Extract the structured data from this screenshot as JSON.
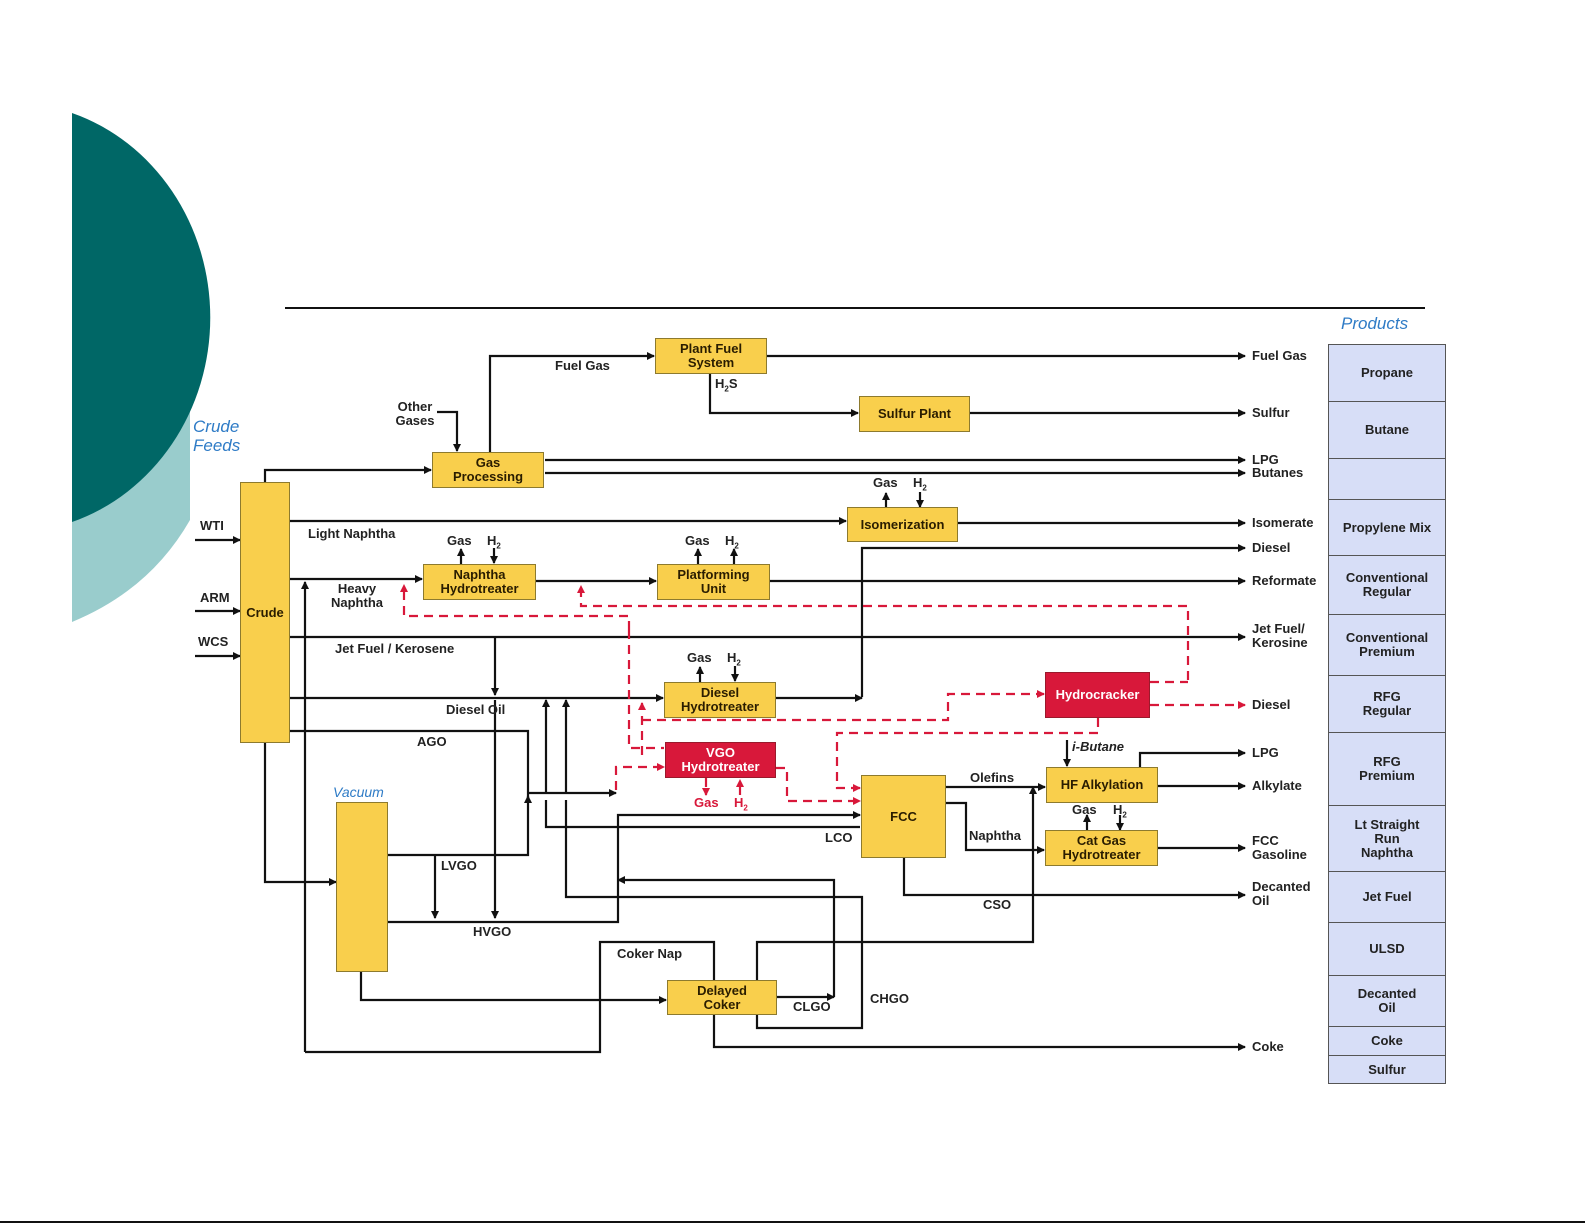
{
  "slide": {
    "colors": {
      "dark_teal": "#006766",
      "light_teal": "#99cccc",
      "unit_yellow": "#f9cf4c",
      "unit_red": "#d8183a",
      "flow_red": "#d8183a",
      "product_blue": "#d7def7",
      "heading_blue": "#2e7bc6"
    }
  },
  "headings": {
    "crude_feeds": "Crude Feeds",
    "products": "Products",
    "vacuum": "Vacuum"
  },
  "feeds": [
    "WTI",
    "ARM",
    "WCS"
  ],
  "units": {
    "crude": "Crude",
    "gas_processing": "Gas Processing",
    "plant_fuel_system": "Plant Fuel System",
    "sulfur_plant": "Sulfur Plant",
    "isomerization": "Isomerization",
    "naphtha_hydrotreater": "Naphtha Hydrotreater",
    "platforming_unit": "Platforming Unit",
    "diesel_hydrotreater": "Diesel Hydrotreater",
    "vgo_hydrotreater": "VGO Hydrotreater",
    "hydrocracker": "Hydrocracker",
    "fcc": "FCC",
    "hf_alkylation": "HF Alkylation",
    "cat_gas_hydrotreater": "Cat Gas Hydrotreater",
    "delayed_coker": "Delayed Coker",
    "vacuum_column": ""
  },
  "streams": {
    "other_gases": "Other Gases",
    "fuel_gas": "Fuel Gas",
    "h2s": "H2S",
    "light_naphtha": "Light Naphtha",
    "heavy_naphtha": "Heavy Naphtha",
    "jet_fuel_kerosene": "Jet Fuel / Kerosene",
    "diesel_oil": "Diesel Oil",
    "ago": "AGO",
    "lvgo": "LVGO",
    "hvgo": "HVGO",
    "coker_nap": "Coker Nap",
    "clgo": "CLGO",
    "chgo": "CHGO",
    "lco": "LCO",
    "cso": "CSO",
    "olefins": "Olefins",
    "naphtha": "Naphtha",
    "i_butane": "i-Butane",
    "gas": "Gas",
    "h2": "H2"
  },
  "outputs": [
    "Fuel Gas",
    "Sulfur",
    "LPG",
    "Butanes",
    "Isomerate",
    "Diesel",
    "Reformate",
    "Jet Fuel/ Kerosine",
    "Diesel",
    "LPG",
    "Alkylate",
    "FCC Gasoline",
    "Decanted Oil",
    "Coke"
  ],
  "products": [
    "Propane",
    "Butane",
    "",
    "Propylene Mix",
    "Conventional Regular",
    "Conventional Premium",
    "RFG Regular",
    "RFG Premium",
    "Lt Straight Run Naphtha",
    "Jet Fuel",
    "ULSD",
    "Decanted Oil",
    "Coke",
    "Sulfur"
  ]
}
